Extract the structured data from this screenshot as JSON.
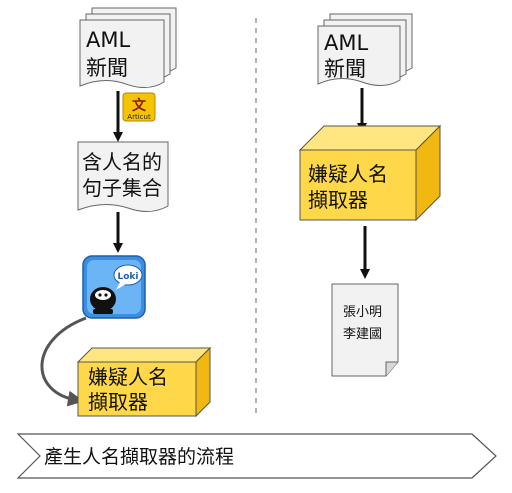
{
  "left_flow": {
    "news_doc": {
      "line1": "AML",
      "line2": "新聞"
    },
    "articut_badge": {
      "glyph": "文",
      "caption": "Articut"
    },
    "sentence_set": {
      "line1": "含人名的",
      "line2": "句子集合"
    },
    "loki_badge": {
      "caption": "Loki"
    },
    "extractor_box": {
      "line1": "嫌疑人名",
      "line2": "擷取器"
    }
  },
  "right_flow": {
    "news_doc": {
      "line1": "AML",
      "line2": "新聞"
    },
    "extractor_box": {
      "line1": "嫌疑人名",
      "line2": "擷取器"
    },
    "names_doc": {
      "line1": "張小明",
      "line2": "李建國"
    }
  },
  "banner": {
    "label": "產生人名擷取器的流程"
  },
  "colors": {
    "box_face": "#ffd84a",
    "box_side": "#f0b810",
    "doc_fill": "#f2f2f2",
    "loki_bg": "#3a8fe0",
    "articut_bg": "#f5c400",
    "divider": "#9a9a9a"
  }
}
